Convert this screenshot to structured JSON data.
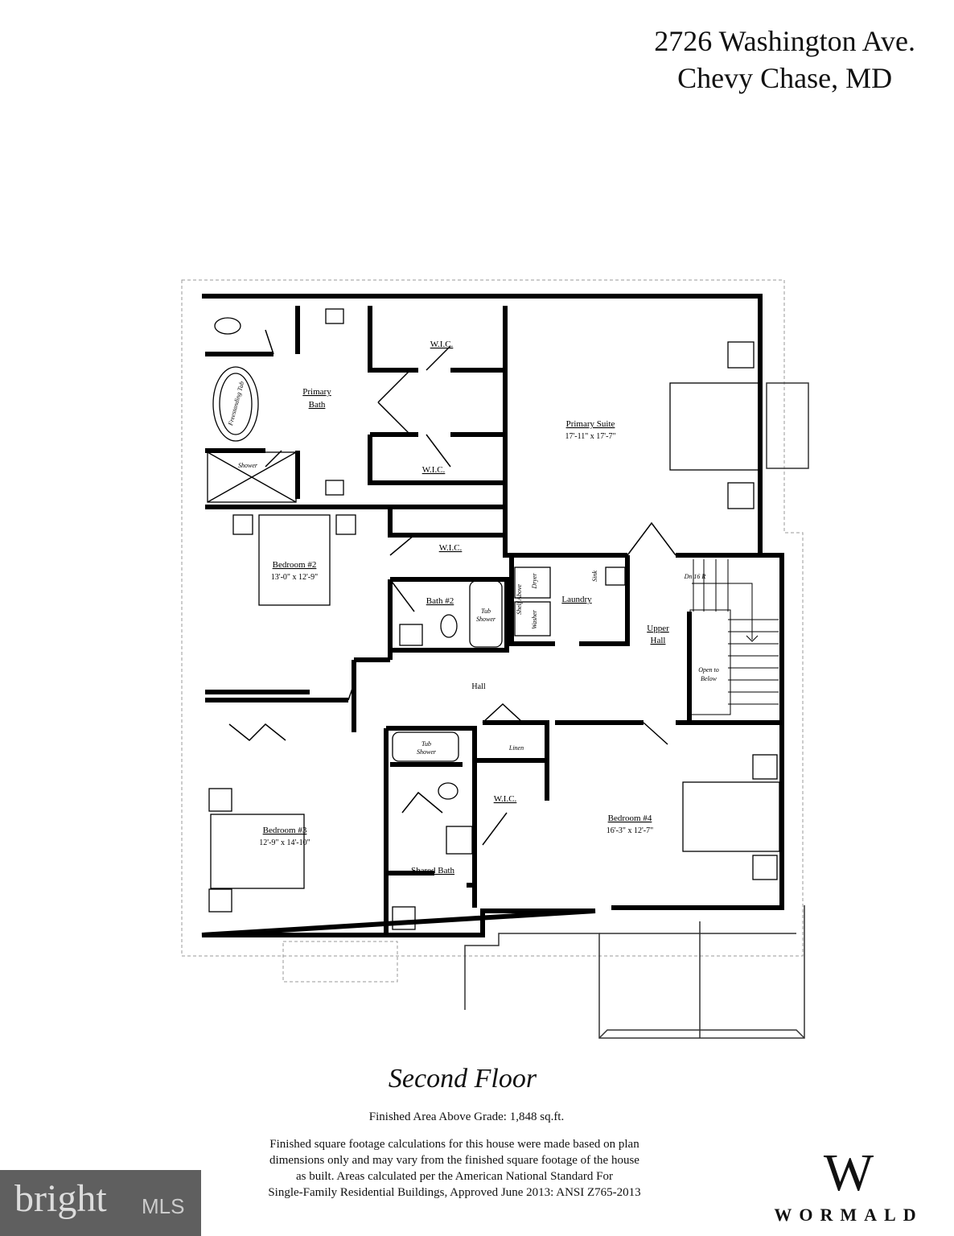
{
  "header": {
    "address_line1": "2726 Washington Ave.",
    "address_line2": "Chevy Chase, MD"
  },
  "rooms": {
    "primary_bath": {
      "name1": "Primary",
      "name2": "Bath"
    },
    "wic_1": "W.I.C.",
    "wic_2": "W.I.C.",
    "wic_3": "W.I.C.",
    "wic_4": "W.I.C.",
    "primary_suite": {
      "name": "Primary Suite",
      "dims": "17'-11\" x 17'-7\""
    },
    "bedroom2": {
      "name": "Bedroom #2",
      "dims": "13'-0\" x 12'-9\""
    },
    "bath2": "Bath #2",
    "laundry": "Laundry",
    "upper_hall": {
      "name1": "Upper",
      "name2": "Hall"
    },
    "hall": "Hall",
    "bedroom3": {
      "name": "Bedroom #3",
      "dims": "12'-9\" x 14'-10\""
    },
    "bedroom4": {
      "name": "Bedroom #4",
      "dims": "16'-3\" x 12'-7\""
    },
    "shared_bath": "Shared Bath",
    "linen": "Linen"
  },
  "fixtures": {
    "tub": "Freestanding Tub",
    "shower": "Shower",
    "tub_shower_1": {
      "l1": "Tub",
      "l2": "Shower"
    },
    "tub_shower_2": {
      "l1": "Tub",
      "l2": "Shower"
    },
    "washer": "Washer",
    "dryer": "Dryer",
    "shelf": "Shelf Above",
    "sink": "Sink",
    "stairs": "Dn 16 R",
    "open": {
      "l1": "Open to",
      "l2": "Below"
    }
  },
  "footer": {
    "floor_title": "Second Floor",
    "area": "Finished Area Above Grade:  1,848 sq.ft.",
    "disclaimer": [
      "Finished square footage calculations for this house were made based on plan",
      "dimensions only and may vary from the finished square footage of the house",
      "as built. Areas calculated per the American National Standard For",
      "Single-Family Residential Buildings, Approved June 2013: ANSI Z765-2013"
    ],
    "logo_bright": "bright",
    "logo_mls": "MLS",
    "logo_w": "W",
    "logo_wormald": "WORMALD"
  }
}
